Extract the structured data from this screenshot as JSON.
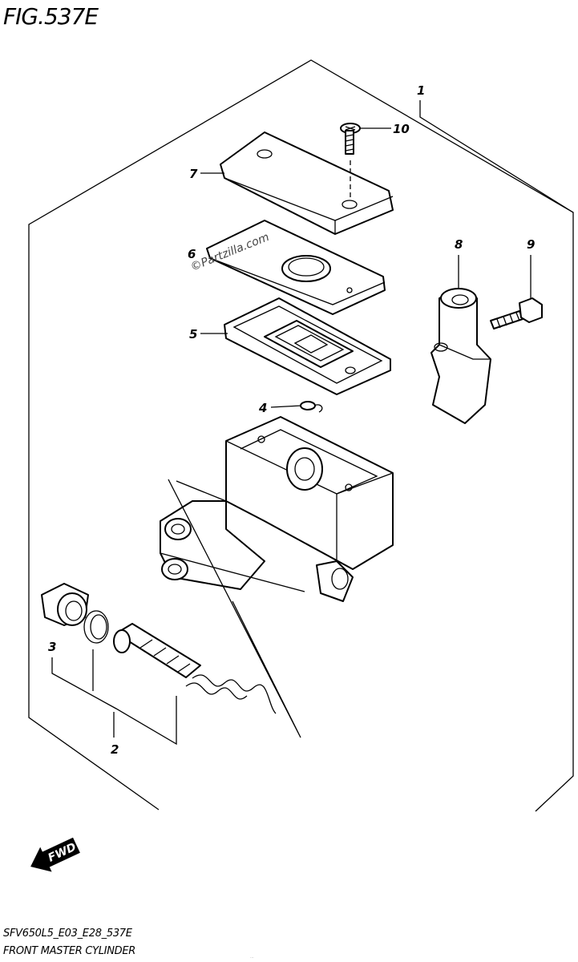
{
  "figure": {
    "title": "FIG.537E",
    "code": "SFV650L5_E03_E28_537E",
    "name": "FRONT MASTER CYLINDER",
    "watermark": "©Partzilla.com",
    "fwd_label": "FWD",
    "footer_small": "..."
  },
  "callouts": [
    {
      "id": "1",
      "label": "1"
    },
    {
      "id": "2",
      "label": "2"
    },
    {
      "id": "3",
      "label": "3"
    },
    {
      "id": "4",
      "label": "4"
    },
    {
      "id": "5",
      "label": "5"
    },
    {
      "id": "6",
      "label": "6"
    },
    {
      "id": "7",
      "label": "7"
    },
    {
      "id": "8",
      "label": "8"
    },
    {
      "id": "9",
      "label": "9"
    },
    {
      "id": "10",
      "label": "10"
    }
  ]
}
